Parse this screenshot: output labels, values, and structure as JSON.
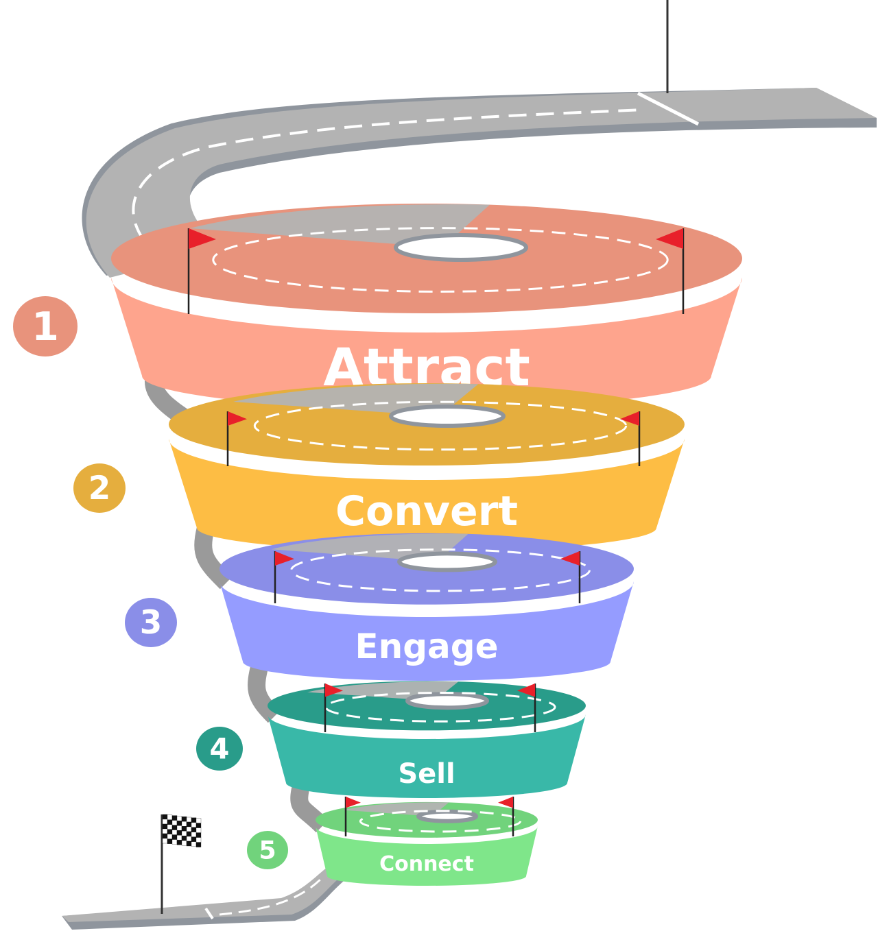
{
  "stages": [
    {
      "number": "1",
      "label": "Attract",
      "top_color": "#E8937C",
      "front_color": "#FEA48D",
      "badge_color": "#E8937C"
    },
    {
      "number": "2",
      "label": "Convert",
      "top_color": "#E5AE3E",
      "front_color": "#FDBD44",
      "badge_color": "#E5AE3E"
    },
    {
      "number": "3",
      "label": "Engage",
      "top_color": "#8A8EE8",
      "front_color": "#959CFF",
      "badge_color": "#8A8EE8"
    },
    {
      "number": "4",
      "label": "Sell",
      "top_color": "#299C8A",
      "front_color": "#39B8A8",
      "badge_color": "#299C8A"
    },
    {
      "number": "5",
      "label": "Connect",
      "top_color": "#71D37C",
      "front_color": "#7FE68A",
      "badge_color": "#71D37C"
    }
  ],
  "road_color": "#B3B3B3",
  "road_edge_color": "#8F959D",
  "flag_color": "#E8202A"
}
